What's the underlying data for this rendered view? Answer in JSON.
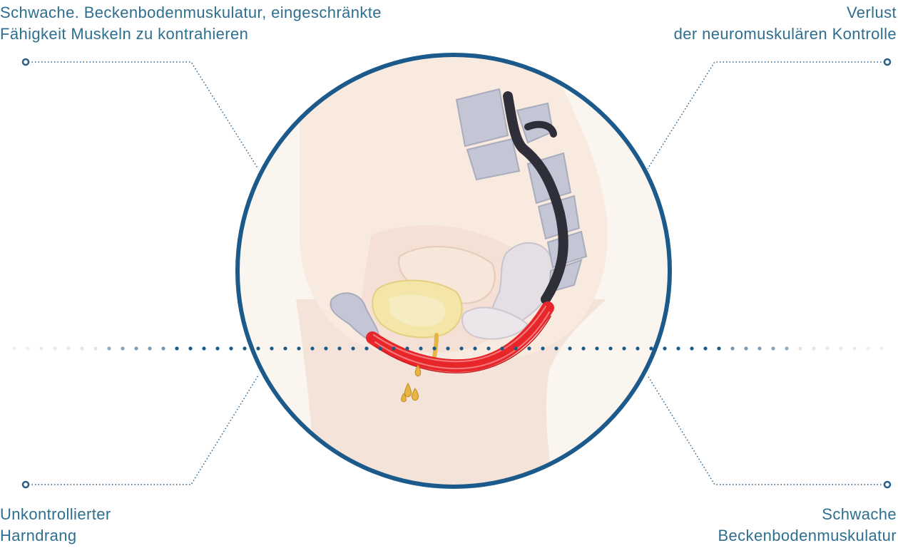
{
  "colors": {
    "text": "#2e6e8f",
    "ring": "#1b5a8a",
    "leader": "#2a5f88",
    "dots_dark": "#1c5b86",
    "dots_light": "#cfdfe9",
    "skin": "#f7ece2",
    "skin_shadow": "#efd9cd",
    "bone": "#c3c6d6",
    "bone_edge": "#a8abbd",
    "rectum": "#2f2f3a",
    "bladder": "#f3e7a5",
    "urine": "#e8b545",
    "muscle": "#e8262a"
  },
  "labels": {
    "top_left": [
      "Schwache. Beckenbodenmuskulatur, eingeschränkte",
      "Fähigkeit Muskeln zu kontrahieren"
    ],
    "top_right": [
      "Verlust",
      "der neuromuskulären Kontrolle"
    ],
    "bottom_left": [
      "Unkontrollierter",
      "Harndrang"
    ],
    "bottom_right": [
      "Schwache",
      "Beckenbodenmuskulatur"
    ]
  }
}
